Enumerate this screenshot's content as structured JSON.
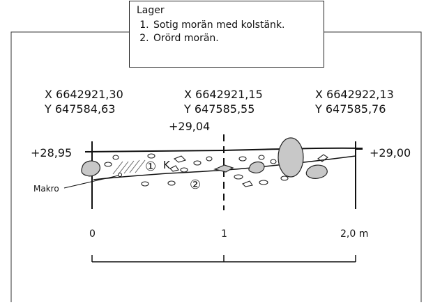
{
  "legend": {
    "title": "Lager",
    "items": [
      "Sotig morän med kolstänk.",
      "Orörd morän."
    ]
  },
  "coordinates": {
    "left": {
      "x": "X 6642921,30",
      "y": "Y 647584,63"
    },
    "middle": {
      "x": "X 6642921,15",
      "y": "Y 647585,55"
    },
    "right": {
      "x": "X 6642922,13",
      "y": "Y 647585,76"
    }
  },
  "elevations": {
    "left": "+28,95",
    "middle": "+29,04",
    "right": "+29,00"
  },
  "layer_labels": {
    "one": "①",
    "two": "②",
    "charcoal": "K"
  },
  "sample_label": "Makro",
  "scale": {
    "ticks": [
      "0",
      "1",
      "2,0 m"
    ]
  }
}
